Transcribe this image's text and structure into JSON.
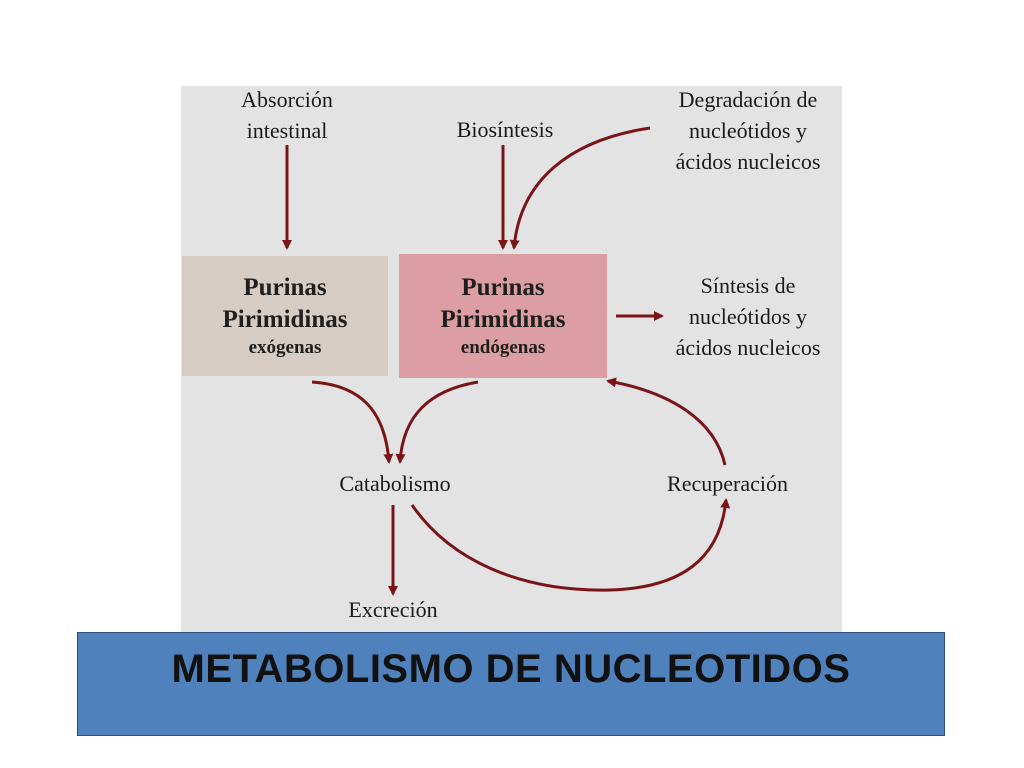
{
  "diagram": {
    "nodes": {
      "absorcion": [
        "Absorción",
        "intestinal"
      ],
      "biosintesis": "Biosíntesis",
      "degradacion": [
        "Degradación de",
        "nucleótidos y",
        "ácidos nucleicos"
      ],
      "exogenas": {
        "line1": "Purinas",
        "line2": "Pirimidinas",
        "line3": "exógenas"
      },
      "endogenas": {
        "line1": "Purinas",
        "line2": "Pirimidinas",
        "line3": "endógenas"
      },
      "sintesis": [
        "Síntesis de",
        "nucleótidos y",
        "ácidos nucleicos"
      ],
      "catabolismo": "Catabolismo",
      "recuperacion": "Recuperación",
      "excrecion": "Excreción"
    },
    "colors": {
      "panel": "#e3e3e4",
      "box_exogenas": "#d6ccc4",
      "box_endogenas": "#dc9ea2",
      "arrow": "#7a1416"
    }
  },
  "title": {
    "text": "METABOLISMO DE NUCLEOTIDOS",
    "bar_color": "#4f81bd"
  }
}
